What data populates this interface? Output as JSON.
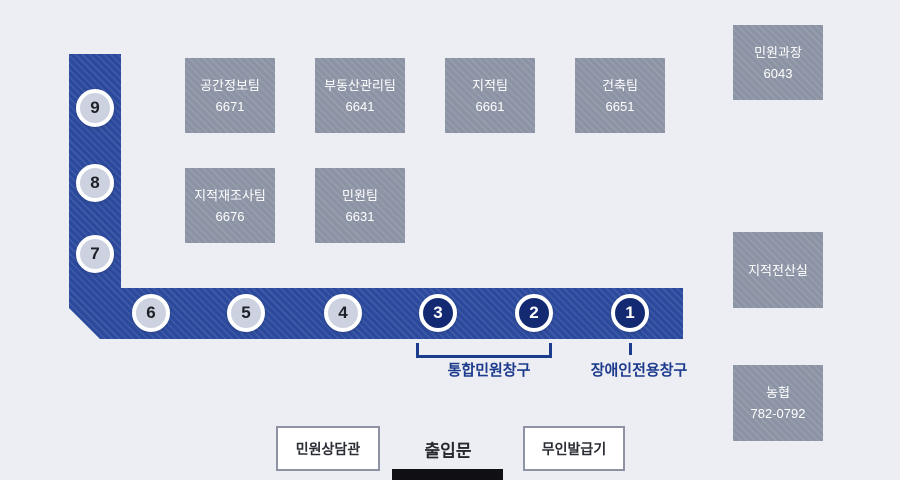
{
  "counter": {
    "windows": [
      {
        "label": "9",
        "variant": "light"
      },
      {
        "label": "8",
        "variant": "light"
      },
      {
        "label": "7",
        "variant": "light"
      },
      {
        "label": "6",
        "variant": "light"
      },
      {
        "label": "5",
        "variant": "light"
      },
      {
        "label": "4",
        "variant": "light"
      },
      {
        "label": "3",
        "variant": "dark"
      },
      {
        "label": "2",
        "variant": "dark"
      },
      {
        "label": "1",
        "variant": "dark"
      }
    ],
    "groups": {
      "integrated_label": "통합민원창구",
      "disabled_label": "장애인전용창구"
    }
  },
  "rooms": [
    {
      "name": "공간정보팀",
      "number": "6671"
    },
    {
      "name": "부동산관리팀",
      "number": "6641"
    },
    {
      "name": "지적팀",
      "number": "6661"
    },
    {
      "name": "건축팀",
      "number": "6651"
    },
    {
      "name": "지적재조사팀",
      "number": "6676"
    },
    {
      "name": "민원팀",
      "number": "6631"
    },
    {
      "name": "민원과장",
      "number": "6043"
    },
    {
      "name": "지적전산실",
      "number": ""
    },
    {
      "name": "농협",
      "number": "782-0792"
    }
  ],
  "facilities": {
    "consult_room": "민원상담관",
    "entrance": "출입문",
    "kiosk": "무인발급기"
  },
  "colors": {
    "background": "#edeef4",
    "counter_blue": "#2c4a9d",
    "window_dark_fill": "#132a72",
    "window_light_fill": "#cdd2e0",
    "room_gray": "#8b93a4",
    "label_navy": "#1d3b8d",
    "door_black": "#101014"
  }
}
